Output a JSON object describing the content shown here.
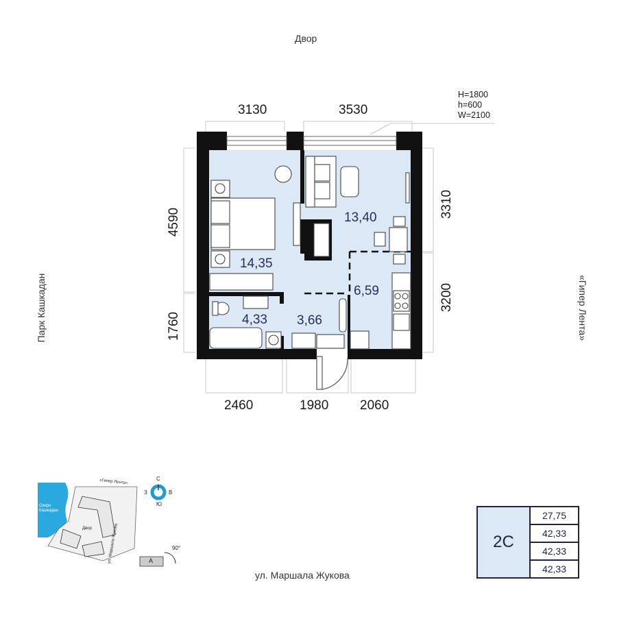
{
  "directions": {
    "top": "Двор",
    "bottom": "ул. Маршала Жукова",
    "left": "Парк Кашкадан",
    "right": "«Гипер Лента»"
  },
  "window_spec": [
    "H=1800",
    "h=600",
    "W=2100"
  ],
  "dimensions": {
    "top": [
      "3130",
      "3530"
    ],
    "bottom": [
      "2460",
      "1980",
      "2060"
    ],
    "left": [
      "4590",
      "1760"
    ],
    "right": [
      "3310",
      "3200"
    ]
  },
  "room_areas": {
    "bedroom": "14,35",
    "living": "13,40",
    "kitchen": "6,59",
    "bathroom": "4,33",
    "hall": "3,66"
  },
  "site_plan": {
    "lake_label": [
      "Озеро",
      "Кашкадан"
    ],
    "store_label": "«Гипер Лента»",
    "yard_label": "Двор",
    "street_label": "ул. Маршала Жукова",
    "building_label": "А",
    "angle_label": "90°",
    "compass": {
      "n": "С",
      "s": "Ю",
      "w": "З",
      "e": "В"
    }
  },
  "apartment": {
    "code": "2С",
    "areas": [
      "27,75",
      "42,33",
      "42,33",
      "42,33"
    ]
  },
  "colors": {
    "room_fill": "#dbe8f6",
    "wall": "#111111",
    "accent": "#1f2346",
    "compass_blue": "#1e9bd7"
  }
}
